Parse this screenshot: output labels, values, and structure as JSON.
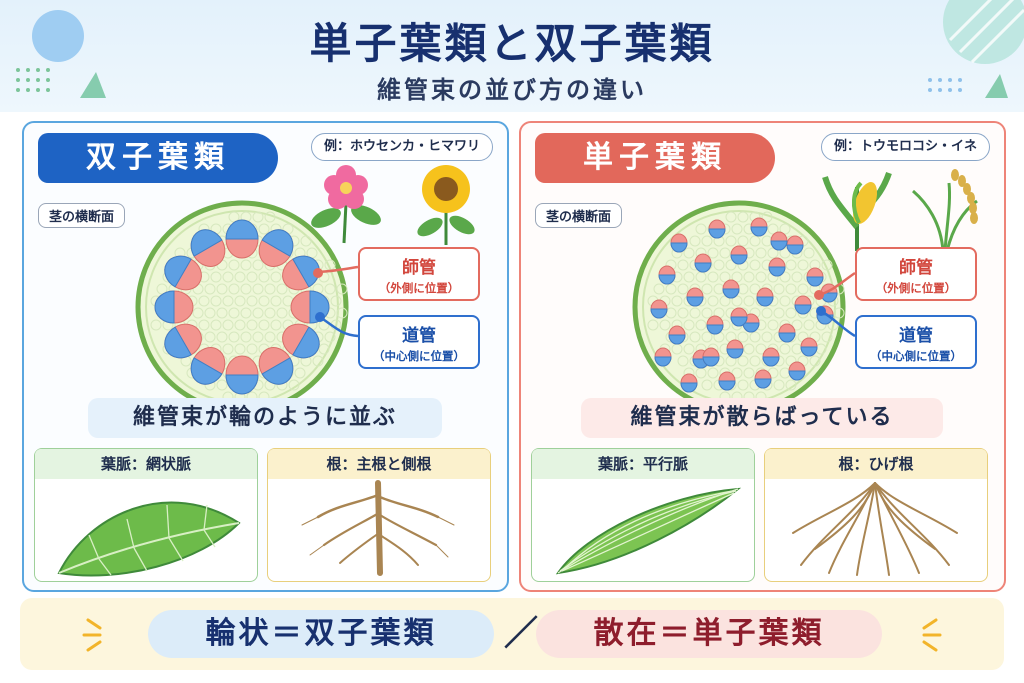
{
  "header": {
    "title": "単子葉類と双子葉類",
    "subtitle": "維管束の並び方の違い"
  },
  "dicot": {
    "title": "双子葉類",
    "example": "例：ホウセンカ・ヒマワリ",
    "section_label": "茎の横断面",
    "phloem_label": "師管",
    "phloem_note": "（外側に位置）",
    "xylem_label": "道管",
    "xylem_note": "（中心側に位置）",
    "caption": "維管束が輪のように並ぶ",
    "leaf_label": "葉脈：網状脈",
    "root_label": "根：主根と側根"
  },
  "monocot": {
    "title": "単子葉類",
    "example": "例：トウモロコシ・イネ",
    "section_label": "茎の横断面",
    "phloem_label": "師管",
    "phloem_note": "（外側に位置）",
    "xylem_label": "道管",
    "xylem_note": "（中心側に位置）",
    "caption": "維管束が散らばっている",
    "leaf_label": "葉脈：平行脈",
    "root_label": "根：ひげ根"
  },
  "summary": {
    "left": "輪状＝双子葉類",
    "separator": "／",
    "right": "散在＝単子葉類"
  },
  "colors": {
    "dicot_accent": "#1e63c4",
    "monocot_accent": "#e2685b",
    "phloem": "#f2948f",
    "xylem": "#5d9fe3",
    "stem_border": "#6fae4c",
    "stem_fill": "#eef7d8"
  },
  "icons": [
    "impatiens-flower-icon",
    "sunflower-icon",
    "corn-icon",
    "rice-icon",
    "net-vein-leaf-icon",
    "parallel-vein-leaf-icon",
    "taproot-icon",
    "fibrous-root-icon"
  ]
}
